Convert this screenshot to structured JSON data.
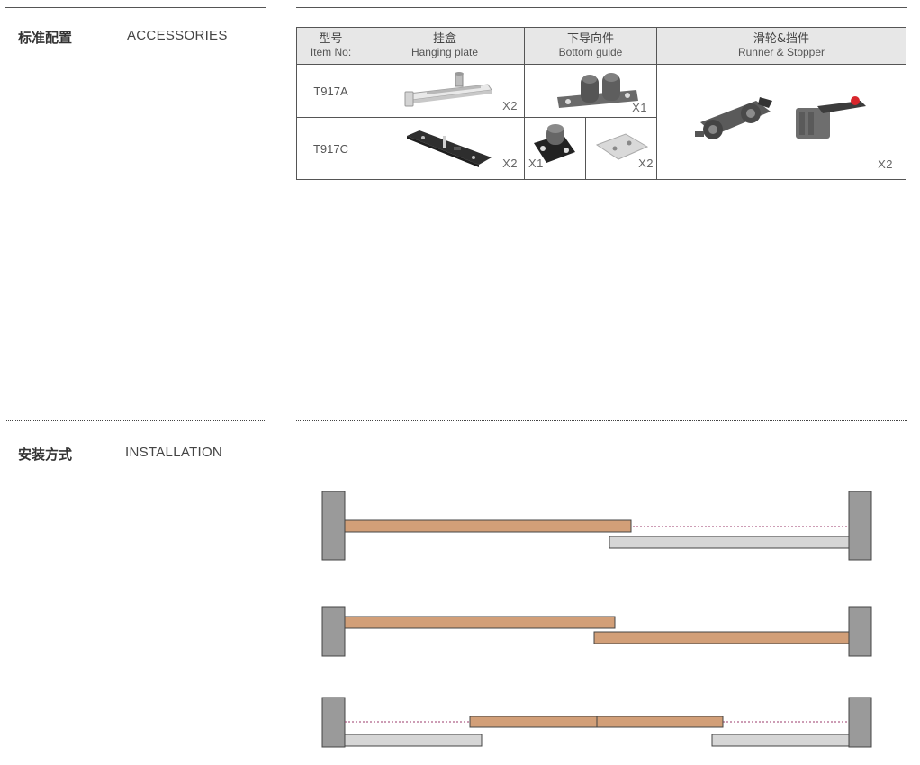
{
  "accessories": {
    "title_cn": "标准配置",
    "title_en": "ACCESSORIES",
    "headers": [
      {
        "cn": "型号",
        "en": "Item No:"
      },
      {
        "cn": "挂盒",
        "en": "Hanging plate"
      },
      {
        "cn": "下导向件",
        "en": "Bottom guide"
      },
      {
        "cn": "滑轮&挡件",
        "en": "Runner & Stopper"
      }
    ],
    "rows": [
      {
        "model": "T917A",
        "hanging_qty": "X2",
        "guide_qty": "X1"
      },
      {
        "model": "T917C",
        "hanging_qty": "X2",
        "guide_qty_a": "X1",
        "guide_qty_b": "X2"
      }
    ],
    "runner_qty": "X2"
  },
  "installation": {
    "title_cn": "安装方式",
    "title_en": "INSTALLATION"
  },
  "colors": {
    "wall": "#9a9a9a",
    "wood": "#d29f78",
    "glass": "#d6d6d6",
    "dashed": "#9b3b6b",
    "header_bg": "#e7e7e7"
  }
}
